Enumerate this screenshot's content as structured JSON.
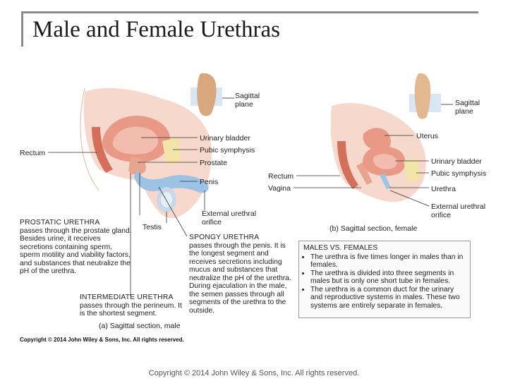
{
  "title": "Male and Female Urethras",
  "male": {
    "sagittal_plane": "Sagittal\nplane",
    "labels": {
      "urinary_bladder": "Urinary bladder",
      "pubic_symphysis": "Pubic symphysis",
      "prostate": "Prostate",
      "rectum": "Rectum",
      "penis": "Penis",
      "external_urethral_orifice": "External urethral\norifice",
      "testis": "Testis"
    },
    "caption": "(a) Sagittal section, male",
    "prostatic": {
      "heading": "PROSTATIC URETHRA",
      "text": "passes through the prostate gland. Besides urine, it receives secretions containing sperm, sperm motility and viability factors, and substances that neutralize the pH of the urethra."
    },
    "intermediate": {
      "heading": "INTERMEDIATE URETHRA",
      "text": "passes through the perineum. It is the shortest segment."
    },
    "spongy": {
      "heading": "SPONGY URETHRA",
      "text": "passes through the penis. It is the longest segment and receives secretions including mucus and substances that neutralize the pH of the urethra. During ejaculation in the male, the semen passes through all segments of the urethra to the outside."
    }
  },
  "female": {
    "sagittal_plane": "Sagittal\nplane",
    "labels": {
      "uterus": "Uterus",
      "urinary_bladder": "Urinary bladder",
      "pubic_symphysis": "Pubic symphysis",
      "rectum": "Rectum",
      "vagina": "Vagina",
      "urethra": "Urethra",
      "external_urethral_orifice": "External urethral\norifice"
    },
    "caption": "(b) Sagittal section, female"
  },
  "comparison": {
    "heading": "MALES VS. FEMALES",
    "items": [
      "The urethra is five times longer in males than in females.",
      "The urethra is divided into three segments in males but is only one short tube in females.",
      "The urethra is a common duct for the urinary and reproductive systems in males. These two systems are entirely separate in females."
    ]
  },
  "figure_copyright": "Copyright © 2014 John Wiley & Sons, Inc. All rights reserved.",
  "slide_copyright": "Copyright © 2014 John Wiley & Sons, Inc. All rights reserved.",
  "colors": {
    "tissue": "#e89a86",
    "bladder": "#f2bcae",
    "bone": "#f2e3a6",
    "urethra": "#9cc3e6",
    "skin": "#d9a77e"
  }
}
